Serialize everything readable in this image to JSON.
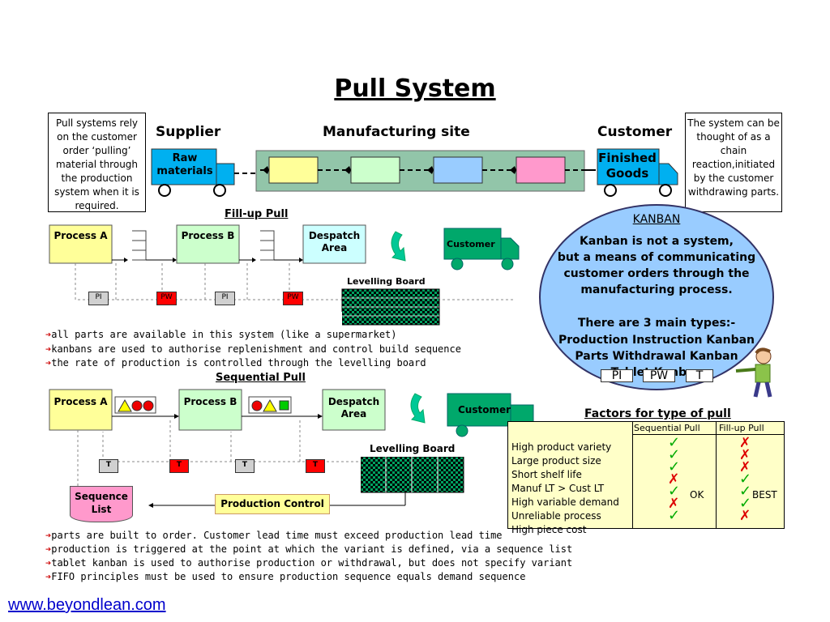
{
  "title": "Pull System",
  "left_note": "Pull systems rely on the customer order ‘pulling’ material through the production system when it is required.",
  "right_note": "The system can be thought of as a chain reaction,initiated by the customer withdrawing parts.",
  "top_flow": {
    "supplier": "Supplier",
    "site": "Manufacturing site",
    "customer": "Customer",
    "raw": "Raw materials",
    "finished": "Finished Goods",
    "boxes": [
      "#ffff99",
      "#ccffcc",
      "#99ccff",
      "#ff99cc"
    ]
  },
  "fillup": {
    "title": "Fill-up Pull",
    "process_a": "Process A",
    "process_b": "Process B",
    "despatch": "Despatch Area",
    "customer": "Customer",
    "levelling": "Levelling Board",
    "cards": [
      "PI",
      "PW",
      "PI",
      "PW"
    ],
    "bullets": [
      "all parts are available in this system (like a supermarket)",
      "kanbans are used to authorise replenishment and control build sequence",
      "the rate of production is controlled through the levelling board"
    ]
  },
  "sequential": {
    "title": "Sequential Pull",
    "process_a": "Process A",
    "process_b": "Process B",
    "despatch": "Despatch Area",
    "customer": "Customer",
    "levelling": "Levelling Board",
    "cards": [
      "T",
      "T",
      "T",
      "T"
    ],
    "sequence_list": "Sequence List",
    "production_control": "Production Control",
    "bullets": [
      "parts are built to order. Customer lead time must exceed production lead time",
      "production is triggered at the point at which the variant is defined, via a sequence list",
      "tablet kanban is used to authorise production or withdrawal, but does not specify variant",
      "FIFO principles must be used to ensure production sequence equals demand sequence"
    ]
  },
  "kanban": {
    "heading": "KANBAN",
    "line1": "Kanban is not a system,",
    "line2": "but a means of communicating",
    "line3": "customer orders through the",
    "line4": "manufacturing process.",
    "line5": "There are 3 main types:-",
    "line6": "Production Instruction Kanban",
    "line7": "Parts Withdrawal Kanban",
    "line8": "Tablet Kanban",
    "cards": [
      "PI",
      "PW",
      "T"
    ]
  },
  "factors": {
    "title": "Factors for type of pull",
    "col_seq": "Sequential Pull",
    "col_fill": "Fill-up Pull",
    "rows": [
      "High product variety",
      "Large product size",
      "Short shelf life",
      "Manuf LT > Cust LT",
      "High variable demand",
      "Unreliable process",
      "High piece cost"
    ],
    "seq_mark": [
      "check",
      "check",
      "check",
      "cross",
      "check",
      "cross",
      "check"
    ],
    "fill_mark": [
      "cross",
      "cross",
      "cross",
      "check",
      "check",
      "check",
      "cross"
    ],
    "seq_summary": "OK",
    "fill_summary": "BEST"
  },
  "link": "www.beyondlean.com"
}
